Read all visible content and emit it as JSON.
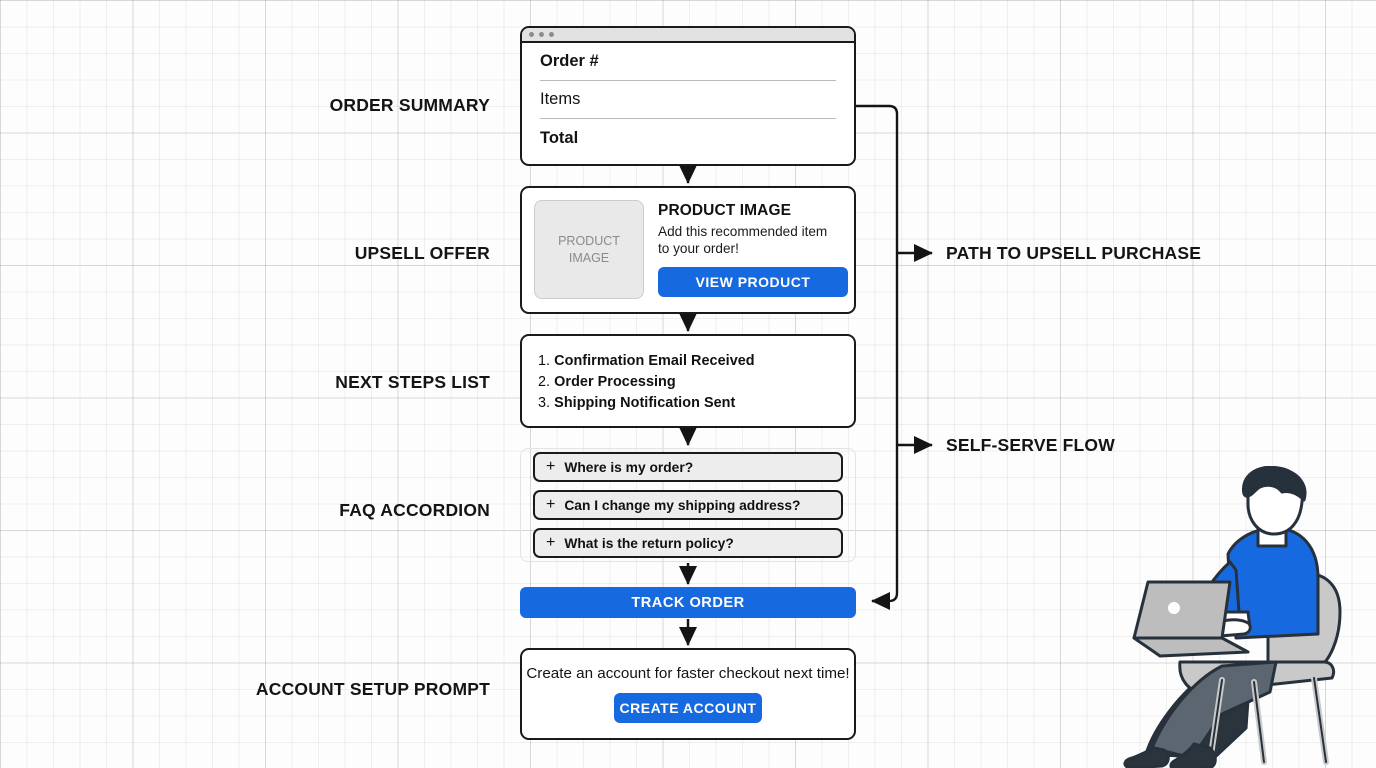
{
  "diagram": {
    "title": "Order confirmation page flow",
    "accent_color": "#1769e0",
    "line_color": "#1a1a1a",
    "background": "#fdfdfd"
  },
  "stage_labels": [
    {
      "id": "order-summary",
      "text": "ORDER SUMMARY"
    },
    {
      "id": "upsell-offer",
      "text": "UPSELL OFFER"
    },
    {
      "id": "next-steps-list",
      "text": "NEXT STEPS LIST"
    },
    {
      "id": "faq-accordion",
      "text": "FAQ ACCORDION"
    },
    {
      "id": "account-setup-prompt",
      "text": "ACCOUNT SETUP PROMPT"
    }
  ],
  "side_notes": [
    {
      "id": "path-to-upsell-purchase",
      "text": "PATH TO UPSELL PURCHASE"
    },
    {
      "id": "self-serve-flow",
      "text": "SELF-SERVE FLOW"
    }
  ],
  "order_summary": {
    "window_dots": 3,
    "rows": [
      {
        "label": "Order #",
        "bold": true
      },
      {
        "label": "Items",
        "bold": false
      },
      {
        "label": "Total",
        "bold": true
      }
    ]
  },
  "upsell": {
    "thumb_line1": "PRODUCT",
    "thumb_line2": "IMAGE",
    "title": "PRODUCT IMAGE",
    "description_line1": "Add this recommended item",
    "description_line2": "to your order!",
    "button_label": "VIEW PRODUCT"
  },
  "next_steps": {
    "items": [
      {
        "num": "1.",
        "label": "Confirmation Email Received"
      },
      {
        "num": "2.",
        "label": "Order Processing"
      },
      {
        "num": "3.",
        "label": "Shipping Notification Sent"
      }
    ]
  },
  "faq": {
    "expand_glyph": "+",
    "items": [
      {
        "question": "Where is my order?"
      },
      {
        "question": "Can I change my shipping address?"
      },
      {
        "question": "What is the return policy?"
      }
    ]
  },
  "track_order": {
    "button_label": "TRACK ORDER"
  },
  "account_prompt": {
    "text": "Create an account for faster checkout next time!",
    "button_label": "CREATE ACCOUNT"
  },
  "illustration": {
    "name": "person-using-laptop-in-chair",
    "shirt_color": "#1769e0",
    "hair_color": "#27313c",
    "chair_color": "#c9c9c9",
    "laptop_color": "#bdbdbd"
  }
}
